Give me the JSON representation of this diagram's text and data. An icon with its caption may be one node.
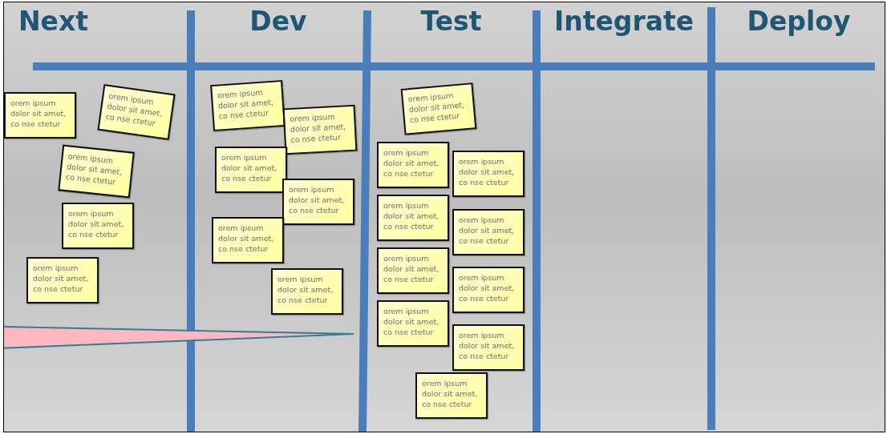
{
  "diagram": {
    "nodes": [
      {
        "text": [
          "Next"
        ]
      },
      {
        "text": [
          "Dev"
        ]
      },
      {
        "text": [
          "Test"
        ]
      },
      {
        "text": [
          "Integrate"
        ]
      },
      {
        "text": [
          "Deploy"
        ]
      },
      {
        "text": [
          "orem ipsum dolor sit amet, co nse ctetur"
        ],
        "in": 0
      },
      {
        "text": [
          "orem ipsum dolor sit amet, co nse ctetur"
        ],
        "in": 0
      },
      {
        "text": [
          "orem ipsum dolor sit amet, co nse ctetur"
        ],
        "in": 0
      },
      {
        "text": [
          "orem ipsum dolor sit amet, co nse ctetur"
        ],
        "in": 0
      },
      {
        "text": [
          "orem ipsum dolor sit amet, co nse ctetur"
        ],
        "in": 0
      },
      {
        "text": [
          "orem ipsum dolor sit amet, co nse ctetur"
        ],
        "in": 1
      },
      {
        "text": [
          "orem ipsum dolor sit amet, co nse ctetur"
        ],
        "in": 1
      },
      {
        "text": [
          "orem ipsum dolor sit amet, co nse ctetur"
        ],
        "in": 1
      },
      {
        "text": [
          "orem ipsum dolor sit amet, co nse ctetur"
        ],
        "in": 1
      },
      {
        "text": [
          "orem ipsum dolor sit amet, co nse ctetur"
        ],
        "in": 1
      },
      {
        "text": [
          "orem ipsum dolor sit amet, co nse ctetur"
        ],
        "in": 1
      },
      {
        "text": [
          "orem ipsum dolor sit amet, co nse ctetur"
        ],
        "in": 2
      },
      {
        "text": [
          "orem ipsum dolor sit amet, co nse ctetur"
        ],
        "in": 2
      },
      {
        "text": [
          "orem ipsum dolor sit amet, co nse ctetur"
        ],
        "in": 2
      },
      {
        "text": [
          "orem ipsum dolor sit amet, co nse ctetur"
        ],
        "in": 2
      },
      {
        "text": [
          "orem ipsum dolor sit amet, co nse ctetur"
        ],
        "in": 2
      },
      {
        "text": [
          "orem ipsum dolor sit amet, co nse ctetur"
        ],
        "in": 2
      },
      {
        "text": [
          "orem ipsum dolor sit amet, co nse ctetur"
        ],
        "in": 2
      },
      {
        "text": [
          "orem ipsum dolor sit amet, co nse ctetur"
        ],
        "in": 2
      },
      {
        "text": [
          "orem ipsum dolor sit amet, co nse ctetur"
        ],
        "in": 2
      },
      {
        "text": [
          "orem ipsum dolor sit amet, co nse ctetur"
        ],
        "in": 2
      },
      {
        "text": [],
        "shape": "triangle"
      }
    ]
  }
}
